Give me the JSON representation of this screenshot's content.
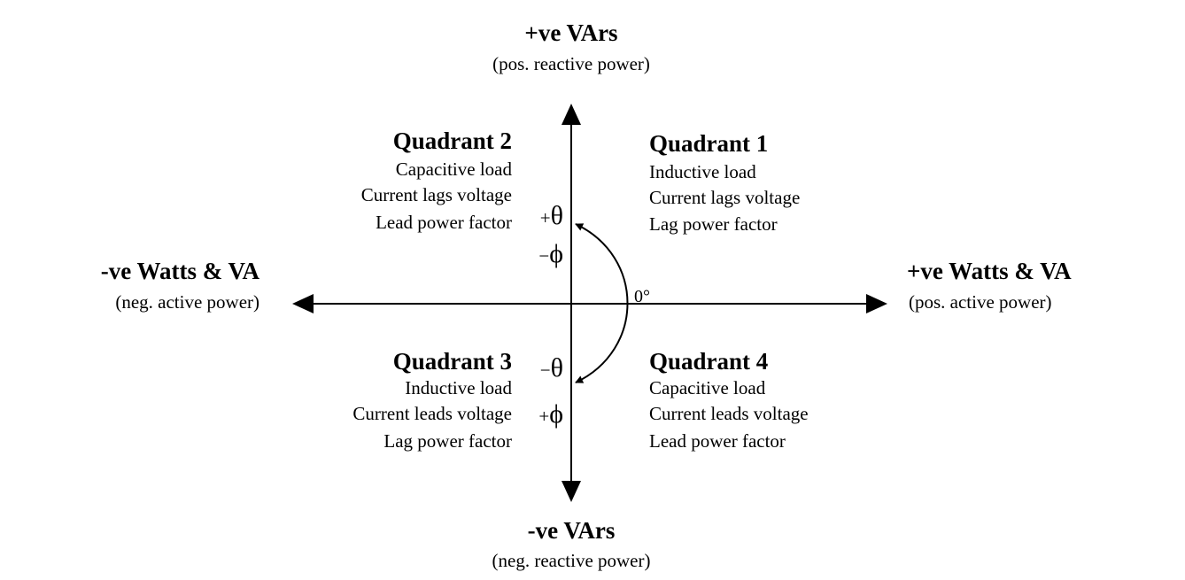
{
  "axes": {
    "top": {
      "title": "+ve VArs",
      "subtitle": "(pos. reactive power)"
    },
    "bottom": {
      "title": "-ve VArs",
      "subtitle": "(neg. reactive power)"
    },
    "left": {
      "title": "-ve Watts & VA",
      "subtitle": "(neg. active power)"
    },
    "right": {
      "title": "+ve Watts & VA",
      "subtitle": "(pos. active power)"
    }
  },
  "quadrants": {
    "q1": {
      "title": "Quadrant 1",
      "lines": [
        "Inductive load",
        "Current lags voltage",
        "Lag power factor"
      ]
    },
    "q2": {
      "title": "Quadrant 2",
      "lines": [
        "Capacitive load",
        "Current lags voltage",
        "Lead power factor"
      ]
    },
    "q3": {
      "title": "Quadrant 3",
      "lines": [
        "Inductive load",
        "Current leads voltage",
        "Lag power factor"
      ]
    },
    "q4": {
      "title": "Quadrant 4",
      "lines": [
        "Capacitive load",
        "Current leads voltage",
        "Lead power factor"
      ]
    }
  },
  "angles": {
    "upper_theta_sign": "+",
    "upper_theta": "θ",
    "upper_phi_sign": "−",
    "upper_phi": "ϕ",
    "lower_theta_sign": "−",
    "lower_theta": "θ",
    "lower_phi_sign": "+",
    "lower_phi": "ϕ",
    "zero": "0°"
  },
  "colors": {
    "ink": "#000000",
    "background": "#ffffff"
  }
}
